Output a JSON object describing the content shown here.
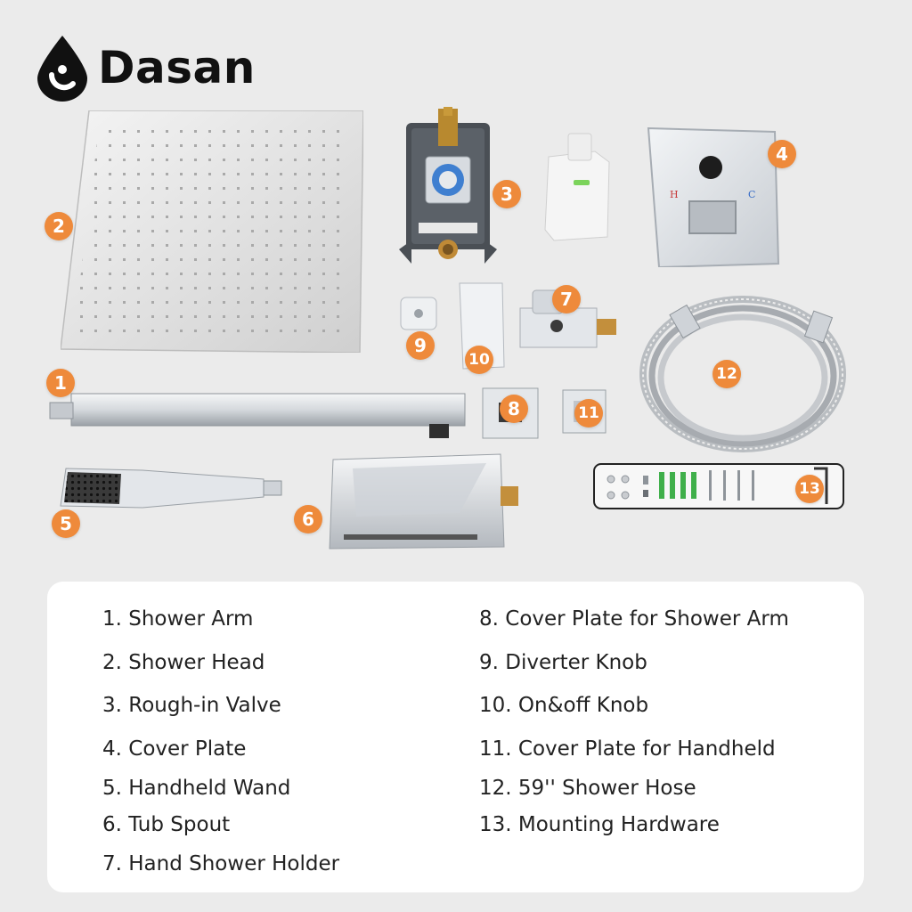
{
  "brand": {
    "name": "Dasan"
  },
  "components": [
    {
      "num": "1",
      "label": "Shower Arm"
    },
    {
      "num": "2",
      "label": "Shower Head"
    },
    {
      "num": "3",
      "label": "Rough-in Valve"
    },
    {
      "num": "4",
      "label": "Cover Plate"
    },
    {
      "num": "5",
      "label": "Handheld Wand"
    },
    {
      "num": "6",
      "label": "Tub Spout"
    },
    {
      "num": "7",
      "label": "Hand Shower Holder"
    },
    {
      "num": "8",
      "label": "Cover Plate for Shower Arm"
    },
    {
      "num": "9",
      "label": "Diverter Knob"
    },
    {
      "num": "10",
      "label": "On&off Knob"
    },
    {
      "num": "11",
      "label": "Cover Plate for Handheld"
    },
    {
      "num": "12",
      "label": "59'' Shower Hose"
    },
    {
      "num": "13",
      "label": "Mounting Hardware"
    }
  ],
  "legend": [
    "1. Shower Arm",
    "2. Shower Head",
    "3. Rough-in Valve",
    "4. Cover Plate",
    "5. Handheld Wand",
    "6. Tub Spout",
    "7. Hand Shower Holder",
    "8. Cover Plate for Shower Arm",
    "9. Diverter Knob",
    "10. On&off Knob",
    "11. Cover Plate for Handheld",
    "12. 59'' Shower Hose",
    "13. Mounting Hardware"
  ],
  "valve_labels": {
    "hot": "H",
    "cold": "C"
  },
  "colors": {
    "badge": "#ee8a3b",
    "background": "#ebebeb",
    "panel": "#ffffff",
    "chrome": "#d9dde2"
  }
}
